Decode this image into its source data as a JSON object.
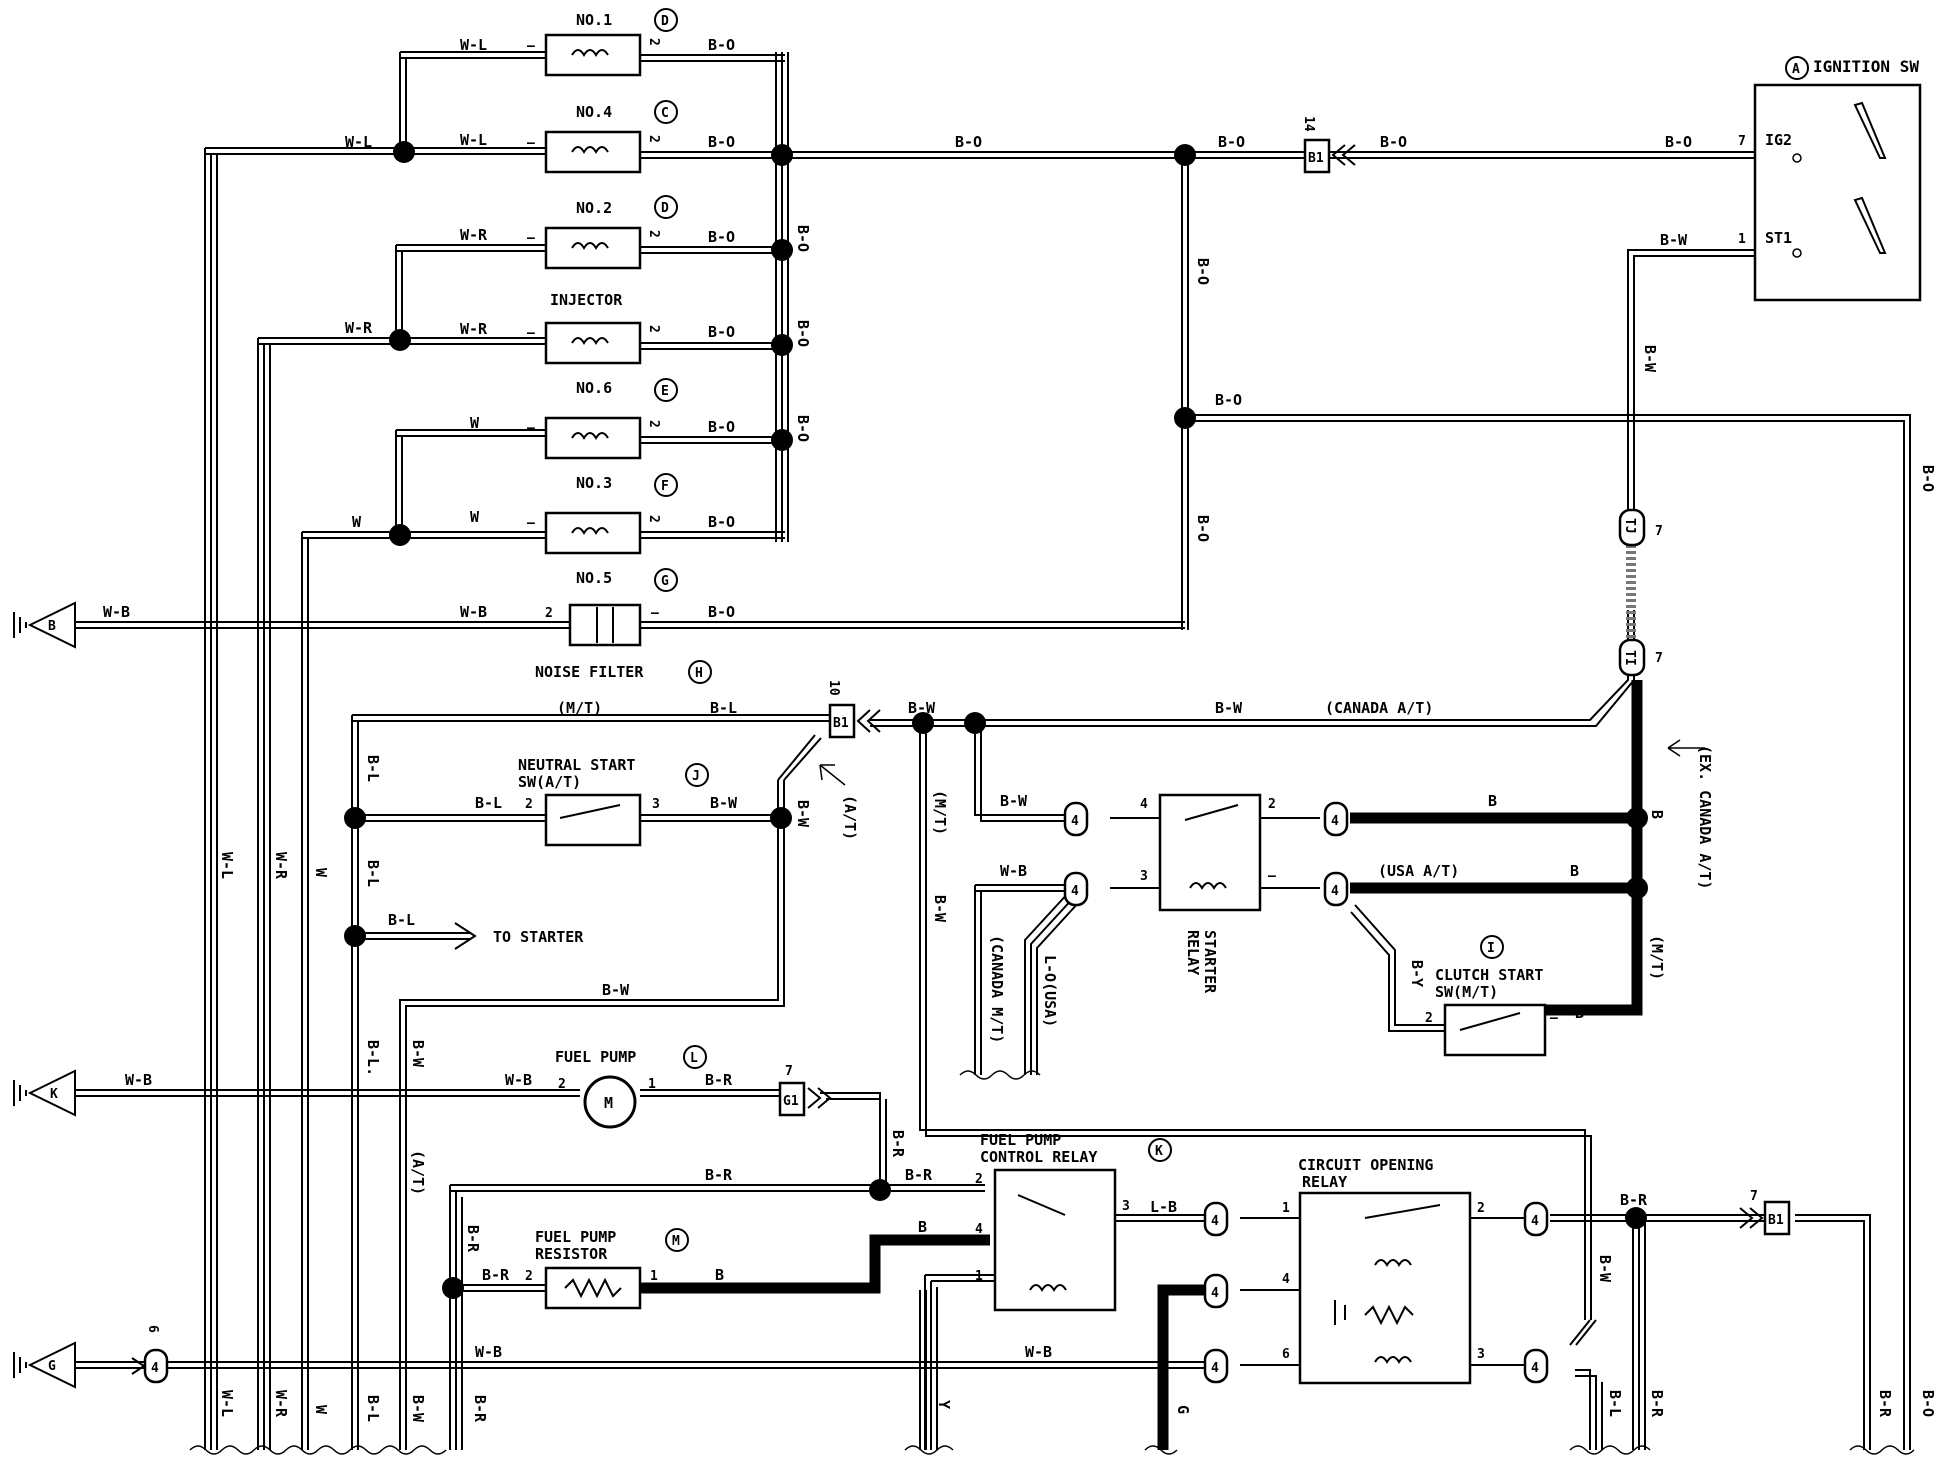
{
  "ignition": {
    "title": "IGNITION SW",
    "marker": "A",
    "ig2": "IG2",
    "st1": "ST1",
    "pin_ig2": "7",
    "pin_st1": "1"
  },
  "injectors": [
    {
      "name": "NO.1",
      "marker": "D",
      "wire": "W-L"
    },
    {
      "name": "NO.4",
      "marker": "C",
      "wire": "W-L"
    },
    {
      "name": "NO.2",
      "marker": "D",
      "wire": "W-R"
    },
    {
      "name": "INJECTOR",
      "marker": "",
      "wire": "W-R"
    },
    {
      "name": "NO.6",
      "marker": "E",
      "wire": "W"
    },
    {
      "name": "NO.3",
      "marker": "F",
      "wire": "W"
    },
    {
      "name": "NO.5",
      "marker": "G",
      "wire": "W-B"
    }
  ],
  "connectors": {
    "c14": "14",
    "b1": "B1",
    "c10": "10",
    "g1": "G1",
    "g1pin": "7",
    "b1r": "B1",
    "b1rpin": "7",
    "tj": "TJ",
    "ti": "TI",
    "tpin": "7",
    "c4": "4",
    "c6": "6"
  },
  "wires": {
    "bo": "B-O",
    "bw": "B-W",
    "bl": "B-L",
    "b": "B",
    "br": "B-R",
    "wb": "W-B",
    "wl": "W-L",
    "wr": "W-R",
    "w": "W",
    "lb": "L-B",
    "by": "B-Y",
    "y": "Y",
    "g": "G",
    "bldot": "B-L.",
    "lo_usa": "L-O(USA)",
    "canada_mt": "(CANADA M/T)"
  },
  "notes": {
    "mt": "(M/T)",
    "at": "(A/T)",
    "canada_at": "(CANADA A/T)",
    "ex_canada_at": "(EX. CANADA A/T)",
    "usa_at": "(USA A/T)",
    "to_starter": "TO STARTER"
  },
  "components": {
    "noise_filter": {
      "label": "NOISE FILTER",
      "marker": "H"
    },
    "neutral_start": {
      "line1": "NEUTRAL START",
      "line2": "SW(A/T)",
      "marker": "J"
    },
    "starter_relay": {
      "line1": "STARTER",
      "line2": "RELAY"
    },
    "clutch_start": {
      "line1": "CLUTCH START",
      "line2": "SW(M/T)",
      "marker": "I"
    },
    "fuel_pump": {
      "label": "FUEL PUMP",
      "marker": "L",
      "symbol": "M"
    },
    "fuel_pump_resistor": {
      "line1": "FUEL PUMP",
      "line2": "RESISTOR",
      "marker": "M"
    },
    "fuel_pump_control_relay": {
      "line1": "FUEL PUMP",
      "line2": "CONTROL RELAY",
      "marker": "K"
    },
    "circuit_opening_relay": {
      "line1": "CIRCUIT OPENING",
      "line2": "RELAY"
    }
  },
  "grounds": [
    "B",
    "K",
    "G"
  ],
  "pins": {
    "p1": "1",
    "p2": "2",
    "p3": "3",
    "p4": "4",
    "p6": "6",
    "dash": "—"
  }
}
